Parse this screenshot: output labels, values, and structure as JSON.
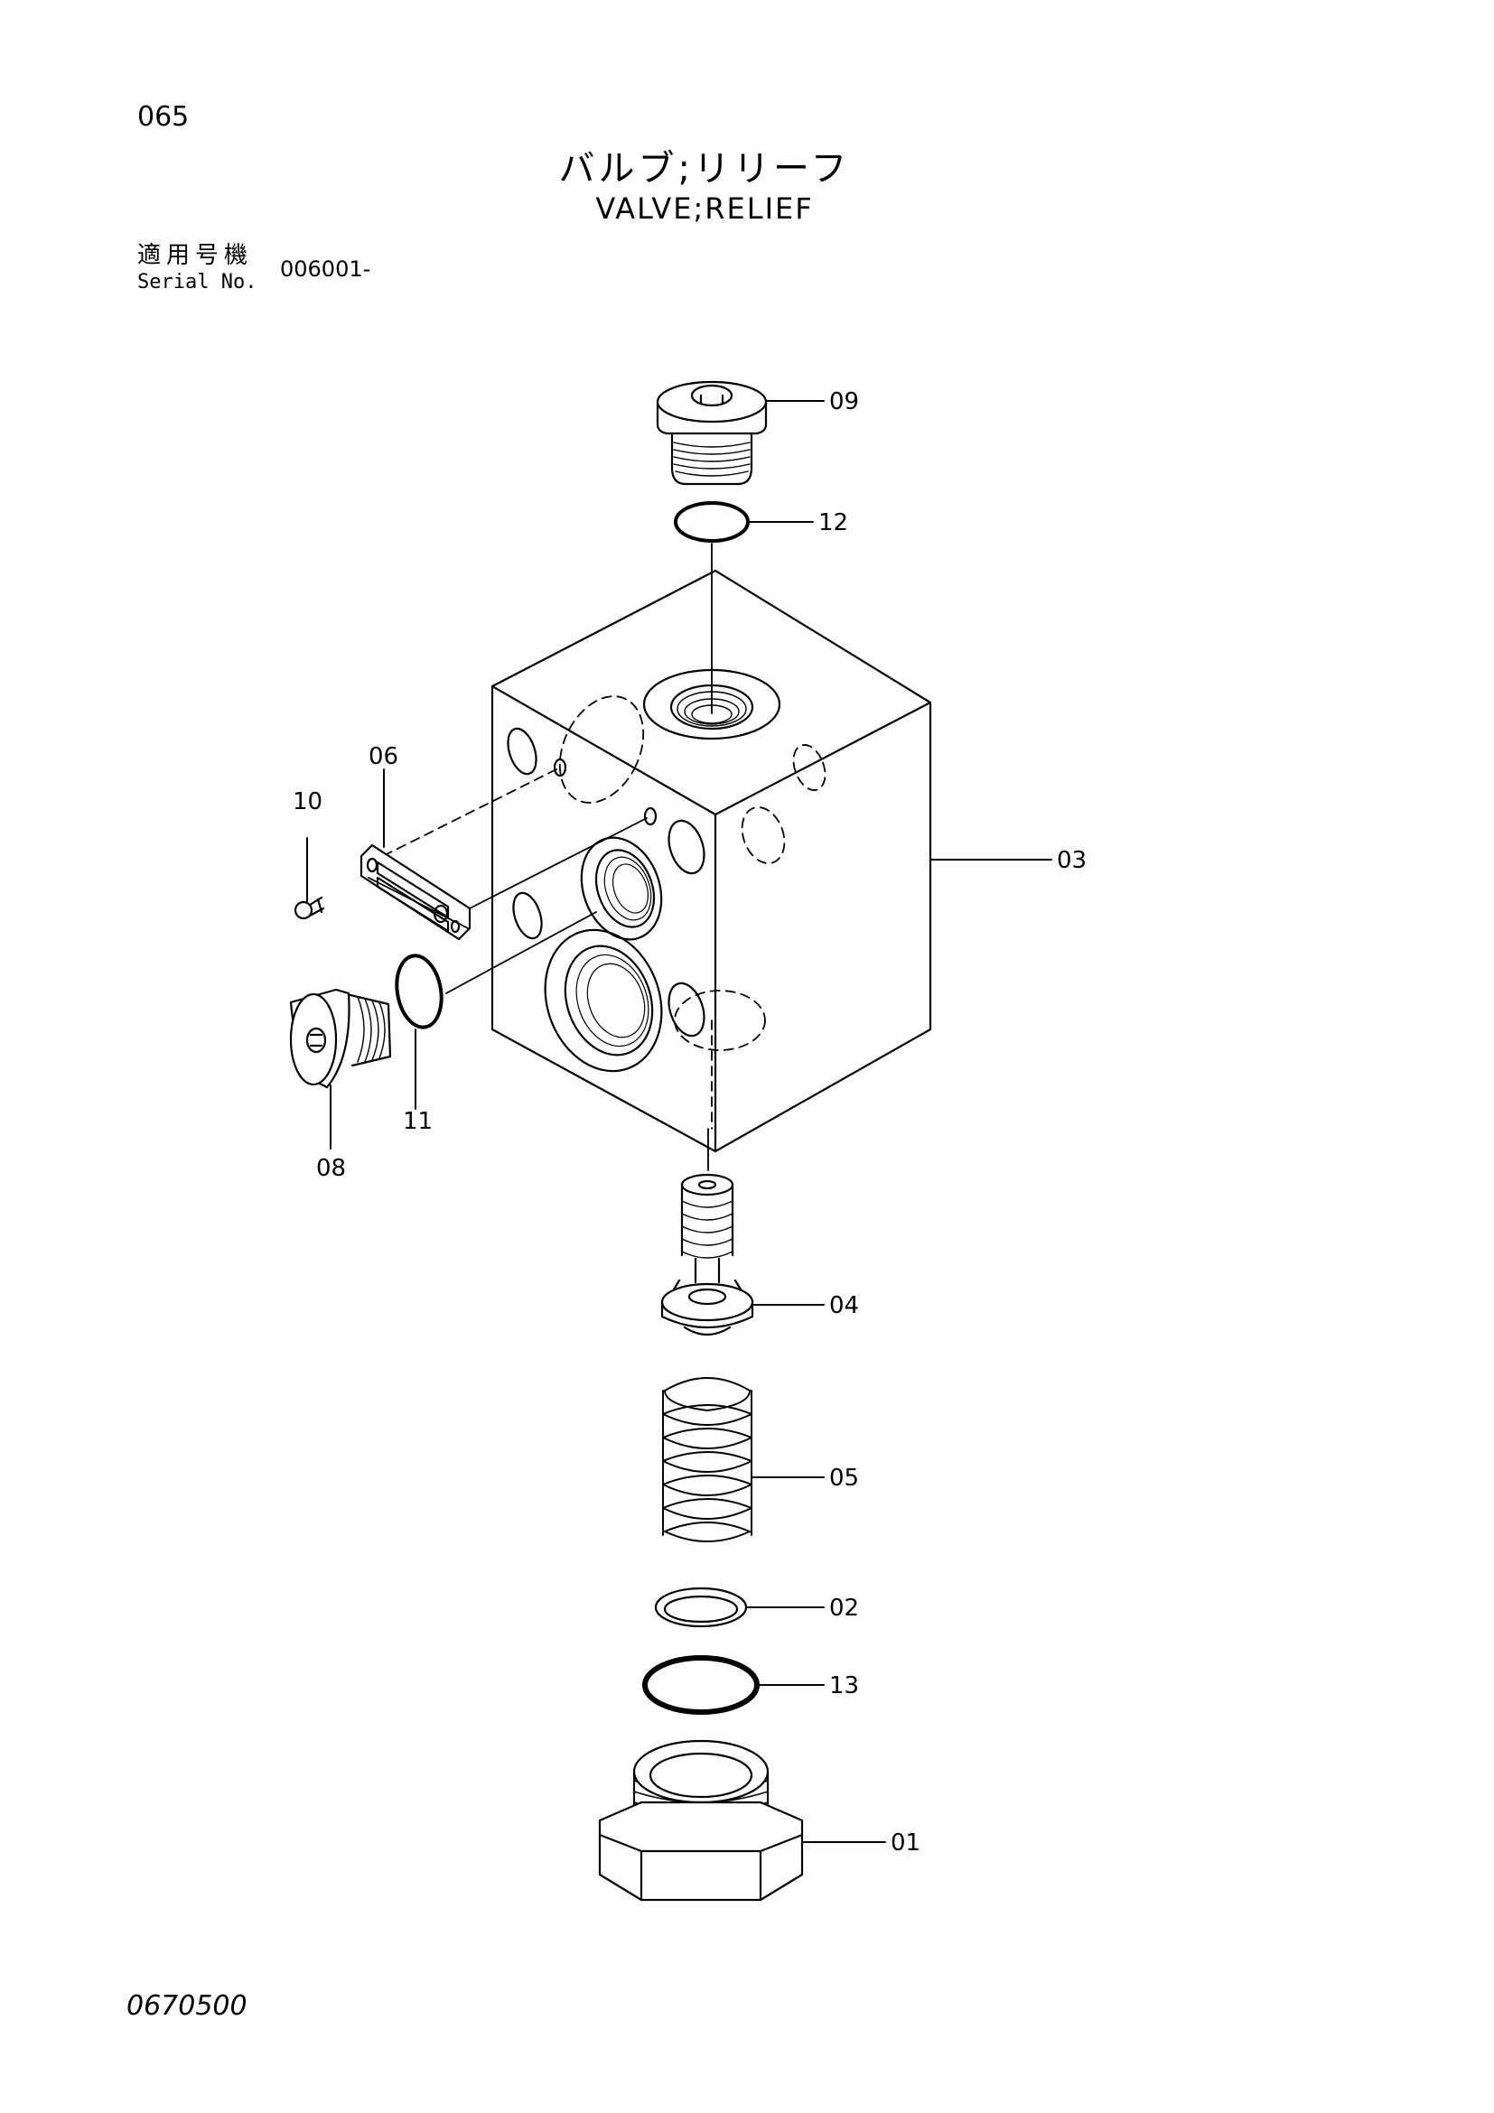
{
  "page": {
    "page_number": "065",
    "title_jp": "バルブ;リリーフ",
    "title_en": "VALVE;RELIEF",
    "serial_label_jp": "適用号機",
    "serial_label_en": "Serial No.",
    "serial_value": "006001-",
    "drawing_number": "0670500"
  },
  "callouts": {
    "c01": "01",
    "c02": "02",
    "c03": "03",
    "c04": "04",
    "c05": "05",
    "c06": "06",
    "c08": "08",
    "c09": "09",
    "c10": "10",
    "c11": "11",
    "c12": "12",
    "c13": "13"
  }
}
